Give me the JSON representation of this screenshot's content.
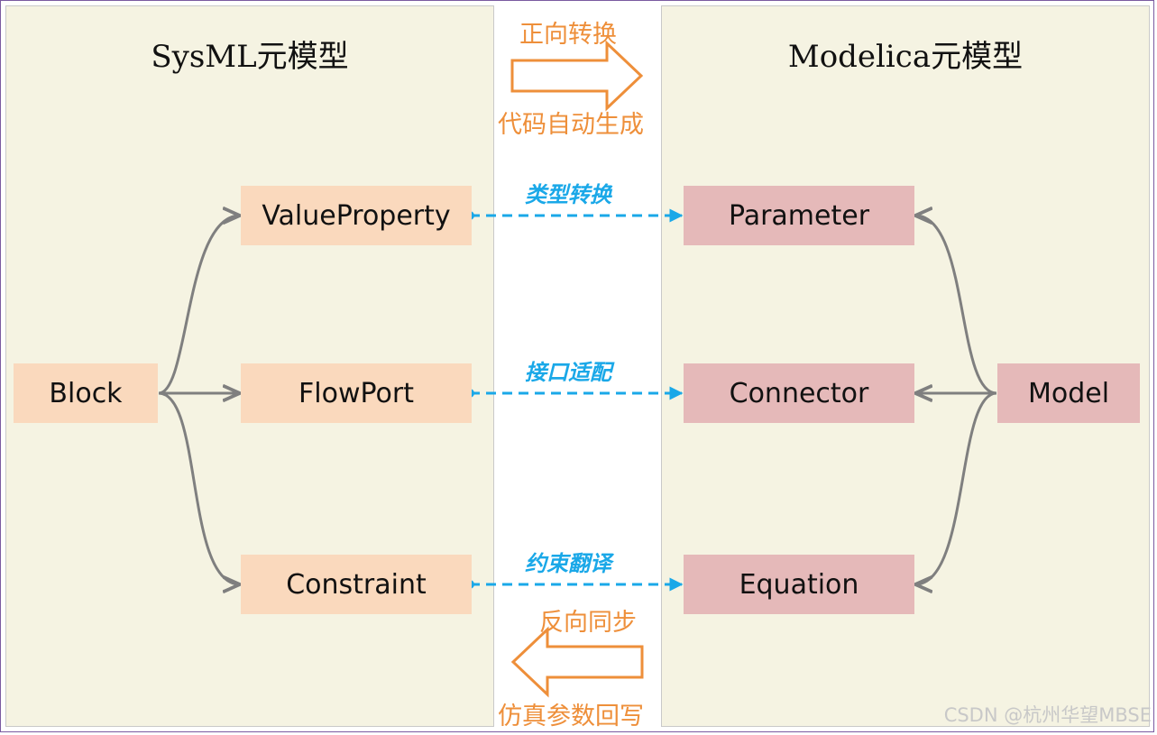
{
  "titles": {
    "left": "SysML元模型",
    "right": "Modelica元模型"
  },
  "forward": {
    "top_label": "正向转换",
    "bottom_label": "代码自动生成"
  },
  "backward": {
    "top_label": "反向同步",
    "bottom_label": "仿真参数回写"
  },
  "mappings": [
    {
      "label": "类型转换"
    },
    {
      "label": "接口适配"
    },
    {
      "label": "约束翻译"
    }
  ],
  "sysml": {
    "root": "Block",
    "children": [
      "ValueProperty",
      "FlowPort",
      "Constraint"
    ]
  },
  "modelica": {
    "root": "Model",
    "children": [
      "Parameter",
      "Connector",
      "Equation"
    ]
  },
  "colors": {
    "panel_bg": "#f5f3e2",
    "sysml_box": "#fad9bd",
    "modelica_box": "#e5b9b9",
    "orange_accent": "#ee8f3a",
    "blue_accent": "#1aa8e8",
    "tree_arrow": "#7f7f7f"
  },
  "watermark": "CSDN @杭州华望MBSE"
}
